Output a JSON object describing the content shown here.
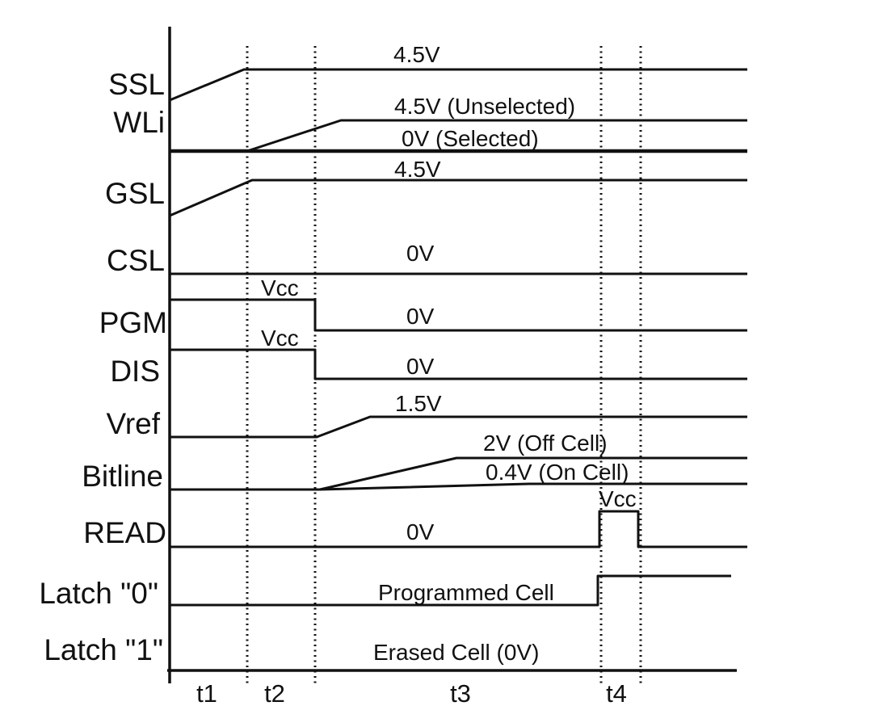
{
  "diagram": {
    "type": "timing-diagram",
    "description": "Memory read/program timing waveforms",
    "colors": {
      "ink": "#111111",
      "background": "#ffffff"
    },
    "signals": [
      {
        "label": "SSL",
        "annotations": [
          "4.5V"
        ]
      },
      {
        "label": "WLi",
        "annotations": [
          "4.5V (Unselected)",
          "0V (Selected)"
        ]
      },
      {
        "label": "GSL",
        "annotations": [
          "4.5V"
        ]
      },
      {
        "label": "CSL",
        "annotations": [
          "0V"
        ]
      },
      {
        "label": "PGM",
        "annotations": [
          "Vcc",
          "0V"
        ]
      },
      {
        "label": "DIS",
        "annotations": [
          "Vcc",
          "0V"
        ]
      },
      {
        "label": "Vref",
        "annotations": [
          "1.5V"
        ]
      },
      {
        "label": "Bitline",
        "annotations": [
          "2V (Off Cell)",
          "0.4V (On Cell)"
        ]
      },
      {
        "label": "READ",
        "annotations": [
          "Vcc",
          "0V"
        ]
      },
      {
        "label": "Latch \"0\"",
        "annotations": [
          "Programmed Cell"
        ]
      },
      {
        "label": "Latch \"1\"",
        "annotations": [
          "Erased Cell (0V)"
        ]
      }
    ],
    "time_labels": [
      "t1",
      "t2",
      "t3",
      "t4"
    ]
  }
}
